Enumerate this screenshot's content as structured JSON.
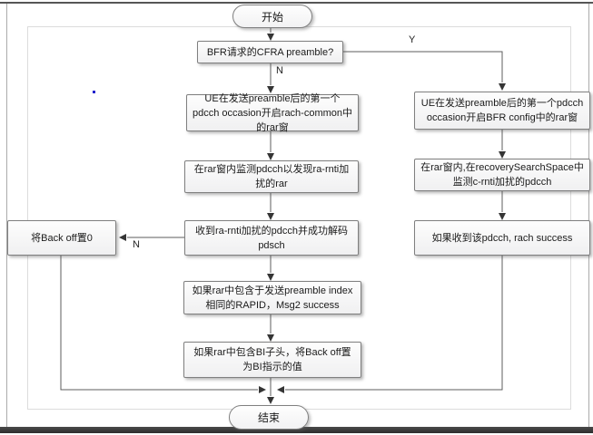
{
  "diagram": {
    "start_label": "开始",
    "end_label": "结束",
    "decision": {
      "text": "BFR请求的CFRA preamble?",
      "yes_label": "Y",
      "no_label": "N"
    },
    "left_branch": [
      {
        "text": "UE在发送preamble后的第一个pdcch occasion开启rach-common中的rar窗"
      },
      {
        "text": "在rar窗内监测pdcch以发现ra-rnti加扰的rar"
      },
      {
        "text": "收到ra-rnti加扰的pdcch并成功解码pdsch"
      },
      {
        "text": "如果rar中包含于发送preamble index相同的RAPID，Msg2 success"
      },
      {
        "text": "如果rar中包含BI子头，将Back off置为BI指示的值"
      }
    ],
    "right_branch": [
      {
        "text": "UE在发送preamble后的第一个pdcch occasion开启BFR config中的rar窗"
      },
      {
        "text": "在rar窗内,在recoverySearchSpace中监测c-rnti加扰的pdcch"
      },
      {
        "text": "如果收到该pdcch, rach success"
      }
    ],
    "side_box": {
      "text": "将Back off置0",
      "branch_label": "N"
    },
    "colors": {
      "node_border": "#7f7f7f",
      "connector": "#5c5c5c",
      "arrowhead": "#353535",
      "frame_dark": "#565656",
      "inner_border": "#dcdcdc",
      "marker_dot": "#2323cc"
    }
  }
}
